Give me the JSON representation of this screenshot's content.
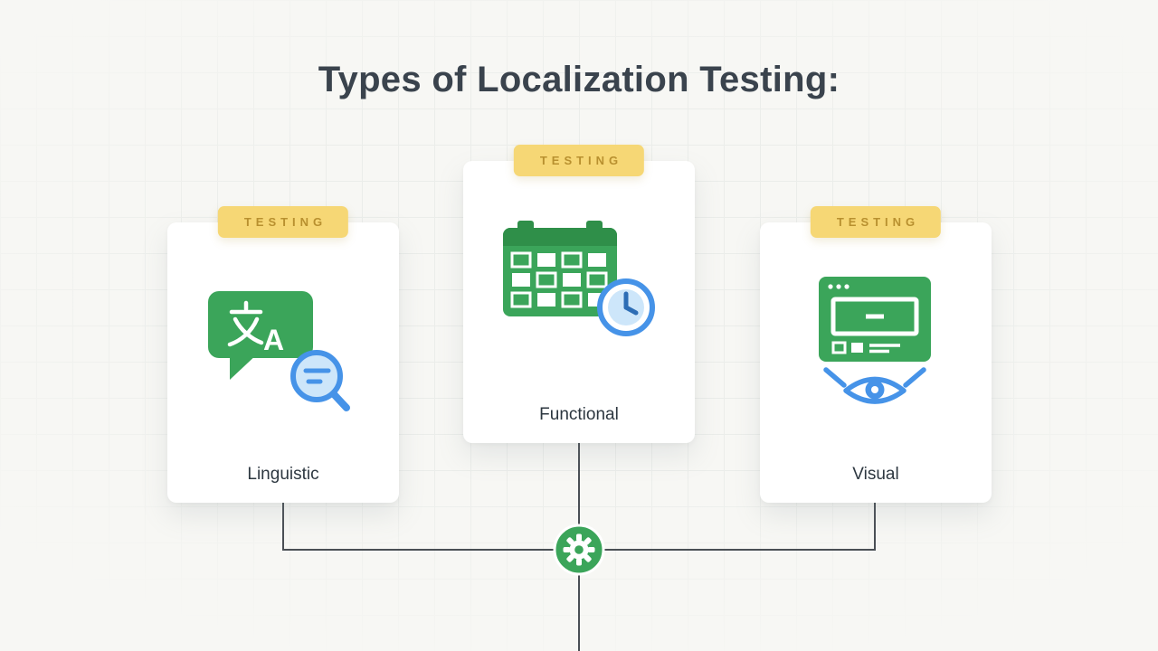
{
  "title": "Types of Localization Testing:",
  "cards": [
    {
      "badge": "TESTING",
      "label": "Linguistic",
      "icon": "translate-search-icon"
    },
    {
      "badge": "TESTING",
      "label": "Functional",
      "icon": "calendar-clock-icon"
    },
    {
      "badge": "TESTING",
      "label": "Visual",
      "icon": "browser-eye-icon"
    }
  ],
  "connector": {
    "hub_icon": "gear-icon"
  },
  "colors": {
    "page_bg": "#f7f7f4",
    "grid_line": "#e3e6e3",
    "card_bg": "#ffffff",
    "title_color": "#3a434d",
    "label_color": "#2d3740",
    "badge_bg": "#f6d775",
    "badge_text": "#b8902f",
    "green": "#3ba55a",
    "green_dark": "#2f8f49",
    "blue": "#4693e8",
    "blue_light": "#cde6fa",
    "line": "#4a4f55"
  }
}
